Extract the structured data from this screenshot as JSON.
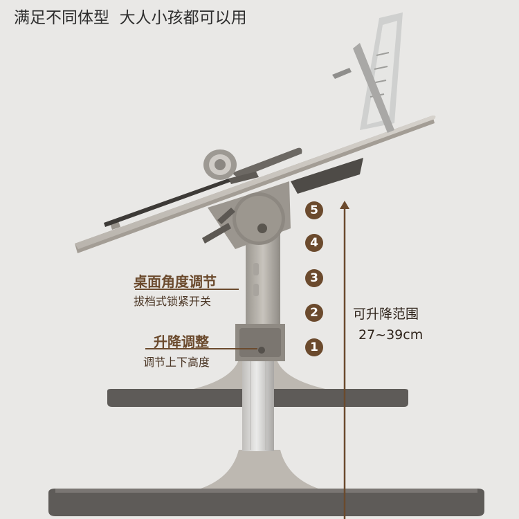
{
  "headline": "满足不同体型  大人小孩都可以用",
  "angle_adjust": {
    "title": "桌面角度调节",
    "subtitle": "拔档式锁紧开关"
  },
  "height_adjust": {
    "title": "升降调整",
    "subtitle": "调节上下高度"
  },
  "height_levels": [
    "5",
    "4",
    "3",
    "2",
    "1"
  ],
  "range": {
    "title": "可升降范围",
    "value": "27~39cm"
  },
  "colors": {
    "background": "#e9e8e6",
    "accent_brown": "#6b4a2d",
    "tabletop": "#c9c4bd",
    "base_dark": "#5a5754",
    "silver": "#d3d3d1"
  }
}
